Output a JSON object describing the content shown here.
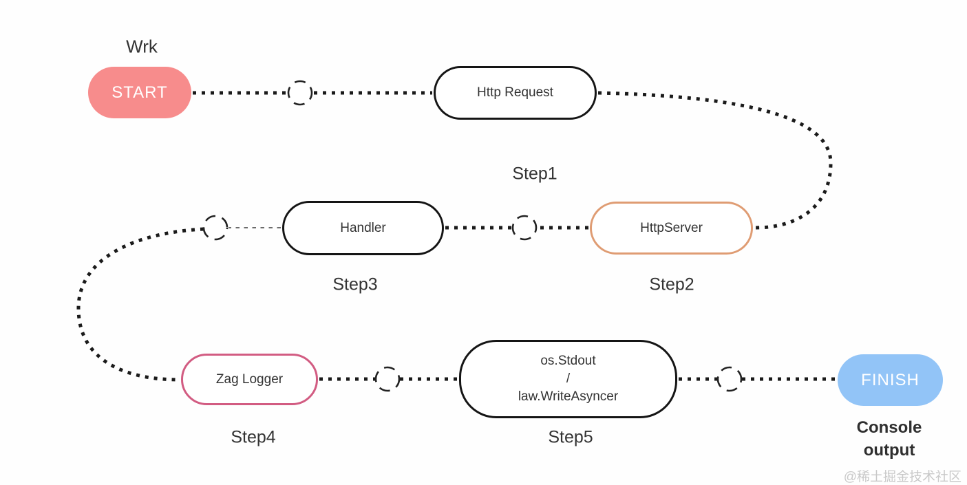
{
  "colors": {
    "start-fill": "#f78c8c",
    "finish-fill": "#92c4f7",
    "node-border-dark": "#151515",
    "httpserver-border": "#df9c73",
    "zaglogger-border": "#d25c82",
    "connector": "#1a1a1a",
    "label": "#333333",
    "node-text": "#333333",
    "terminal-text": "#ffffff",
    "watermark": "#c9c9c9"
  },
  "nodes": {
    "start": "START",
    "http_request": "Http Request",
    "handler": "Handler",
    "http_server": "HttpServer",
    "zag_logger": "Zag Logger",
    "stdout_line1": "os.Stdout",
    "stdout_line2": "/",
    "stdout_line3": "law.WriteAsyncer",
    "finish": "FINISH"
  },
  "labels": {
    "wrk": "Wrk",
    "step1": "Step1",
    "step2": "Step2",
    "step3": "Step3",
    "step4": "Step4",
    "step5": "Step5",
    "console_line1": "Console",
    "console_line2": "output",
    "watermark": "@稀土掘金技术社区"
  }
}
